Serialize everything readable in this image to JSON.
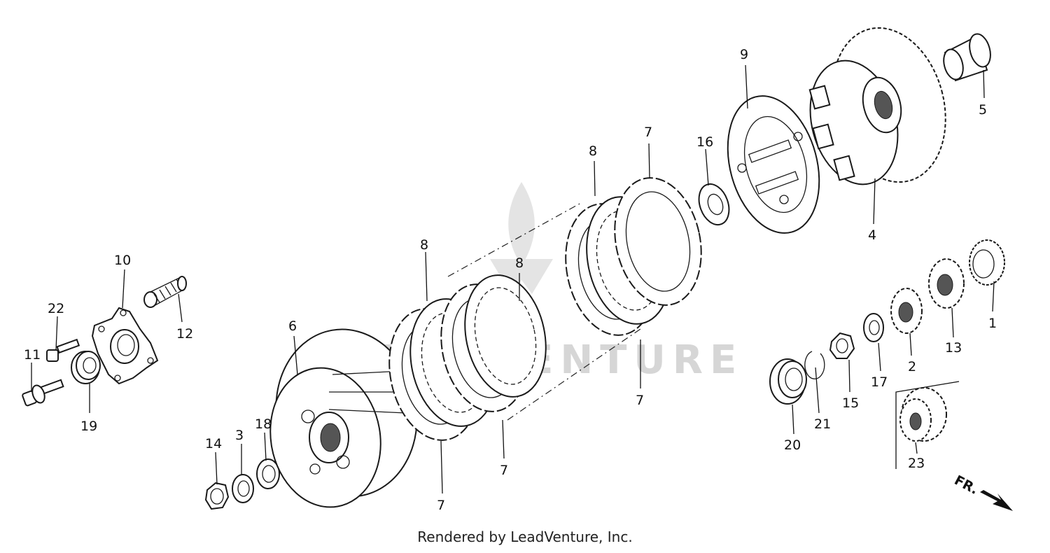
{
  "diagram": {
    "callouts": {
      "n1": "1",
      "n2": "2",
      "n3": "3",
      "n4": "4",
      "n5": "5",
      "n6": "6",
      "n7a": "7",
      "n7b": "7",
      "n7c": "7",
      "n7d": "7",
      "n8a": "8",
      "n8b": "8",
      "n8c": "8",
      "n9": "9",
      "n10": "10",
      "n11": "11",
      "n12": "12",
      "n13": "13",
      "n14": "14",
      "n15": "15",
      "n16": "16",
      "n17": "17",
      "n18": "18",
      "n19": "19",
      "n20": "20",
      "n21": "21",
      "n22": "22",
      "n23": "23"
    },
    "front_marker": "FR.",
    "watermark": "LEADVENTURE"
  },
  "footer": {
    "credit": "Rendered by LeadVenture, Inc."
  }
}
